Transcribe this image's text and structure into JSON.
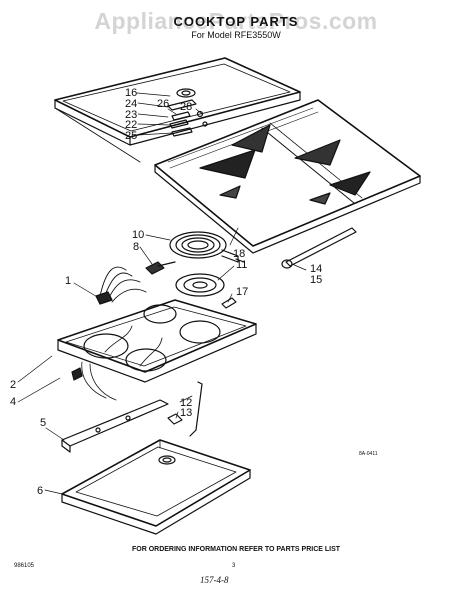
{
  "watermark": "AppliancePartsPros.com",
  "header": {
    "title": "COOKTOP PARTS",
    "subtitle": "For Model RFE3550W"
  },
  "callouts": [
    "16",
    "24",
    "26",
    "28",
    "23",
    "22",
    "25",
    "10",
    "8",
    "18",
    "1",
    "11",
    "14",
    "15",
    "17",
    "2",
    "4",
    "12",
    "13",
    "5",
    "6"
  ],
  "footer": {
    "note": "FOR ORDERING INFORMATION REFER TO PARTS PRICE LIST",
    "doc_code": "986105",
    "page": "3",
    "handwritten": "157-4-8",
    "diagram_code": "8A-0411"
  }
}
